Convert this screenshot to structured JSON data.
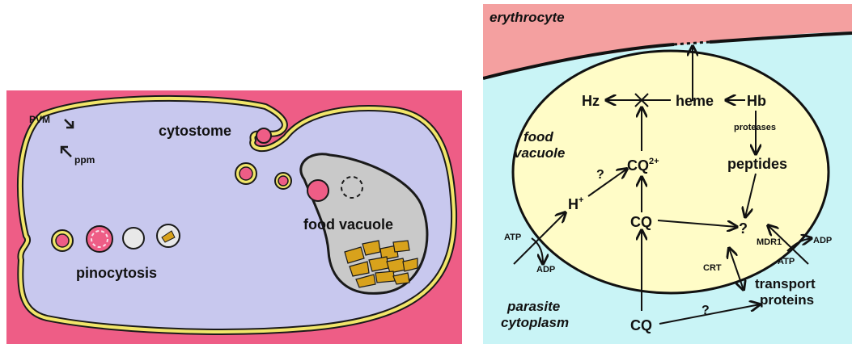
{
  "colors": {
    "left_background": "#ee5d86",
    "cell_fill": "#c8c8ee",
    "membrane": "#f2e66a",
    "membrane_edge": "#1a1a1a",
    "vesicle_inner": "#e8e8e8",
    "food_vacuole_fill": "#c9c9c9",
    "hemozoin": "#d8a21c",
    "erythrocyte": "#f4a0a0",
    "parasite_cytoplasm": "#c9f4f6",
    "right_food_vacuole": "#fffcc7",
    "text": "#111111"
  },
  "left": {
    "labels": {
      "pvm": "PVM",
      "ppm": "ppm",
      "cytostome": "cytostome",
      "food_vacuole": "food vacuole",
      "pinocytosis": "pinocytosis"
    }
  },
  "right": {
    "labels": {
      "erythrocyte": "erythrocyte",
      "food_vacuole_line1": "food",
      "food_vacuole_line2": "vacuole",
      "parasite_cytoplasm_line1": "parasite",
      "parasite_cytoplasm_line2": "cytoplasm",
      "hz": "Hz",
      "heme": "heme",
      "hb": "Hb",
      "proteases": "proteases",
      "peptides": "peptides",
      "cq2": "CQ",
      "cq2_superscript": "2+",
      "h_plus": "H",
      "h_superscript": "+",
      "question_1": "?",
      "cq_vacuole": "CQ",
      "question_2": "?",
      "cq_cytoplasm": "CQ",
      "question_3": "?",
      "atp_left": "ATP",
      "adp_left": "ADP",
      "mdr1": "MDR1",
      "adp_right": "ADP",
      "atp_right": "ATP",
      "crt": "CRT",
      "transport_line1": "transport",
      "transport_line2": "proteins"
    }
  }
}
